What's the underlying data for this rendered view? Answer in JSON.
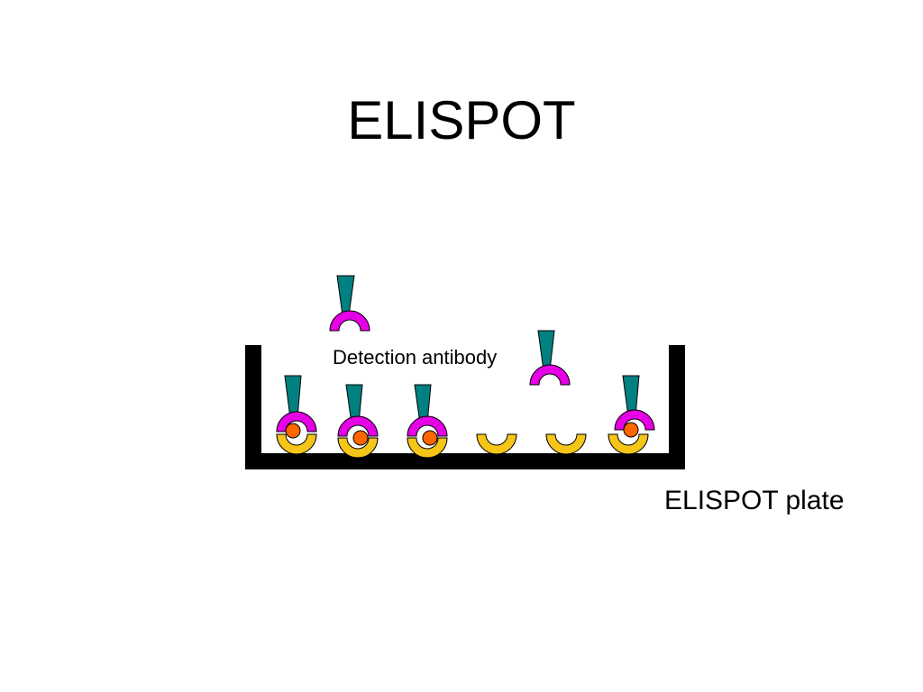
{
  "slide": {
    "title": "ELISPOT",
    "labels": {
      "detection_antibody": "Detection antibody",
      "plate": "ELISPOT plate"
    }
  },
  "colors": {
    "plate": "#000000",
    "capture_antibody": "#f5c518",
    "detection_antibody_fab": "#e600e6",
    "detection_antibody_stem": "#008080",
    "analyte": "#ff6600"
  },
  "wells": [
    {
      "id": 1,
      "analyte": true,
      "detection_bound": true
    },
    {
      "id": 2,
      "analyte": true,
      "detection_bound": true
    },
    {
      "id": 3,
      "analyte": true,
      "detection_bound": true
    },
    {
      "id": 4,
      "analyte": false,
      "detection_bound": false
    },
    {
      "id": 5,
      "analyte": false,
      "detection_bound": false
    },
    {
      "id": 6,
      "analyte": true,
      "detection_bound": true
    }
  ],
  "free_detection_antibodies": 2
}
